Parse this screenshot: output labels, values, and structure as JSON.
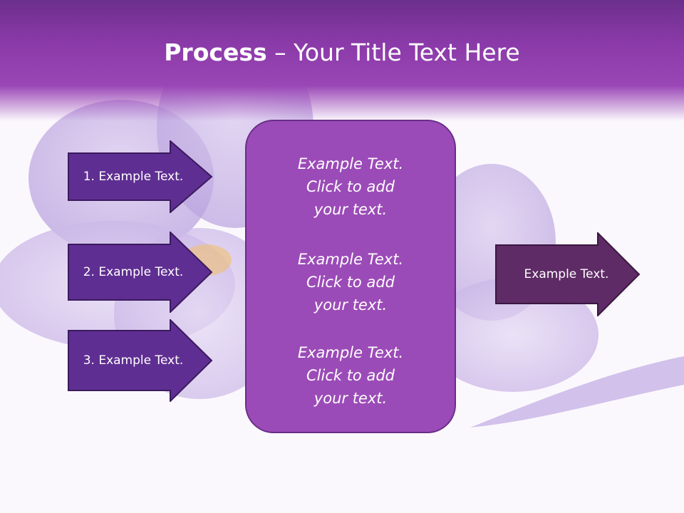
{
  "slide": {
    "title_bold": "Process",
    "title_rest": " – Your Title Text Here"
  },
  "left_arrows": [
    {
      "label": "1. Example Text."
    },
    {
      "label": "2. Example Text."
    },
    {
      "label": "3. Example Text."
    }
  ],
  "center_box": {
    "paragraphs": [
      {
        "text": "Example Text.\nClick  to add\nyour text."
      },
      {
        "text": "Example Text.\nClick  to add\nyour text."
      },
      {
        "text": "Example Text.\nClick  to add\nyour text."
      }
    ]
  },
  "right_arrow": {
    "label": "Example Text."
  },
  "colors": {
    "header": "#8a3aa8",
    "left_arrow_fill": "#5f2e92",
    "center_fill": "#9b4bb7",
    "right_arrow_fill": "#5e2b66"
  }
}
